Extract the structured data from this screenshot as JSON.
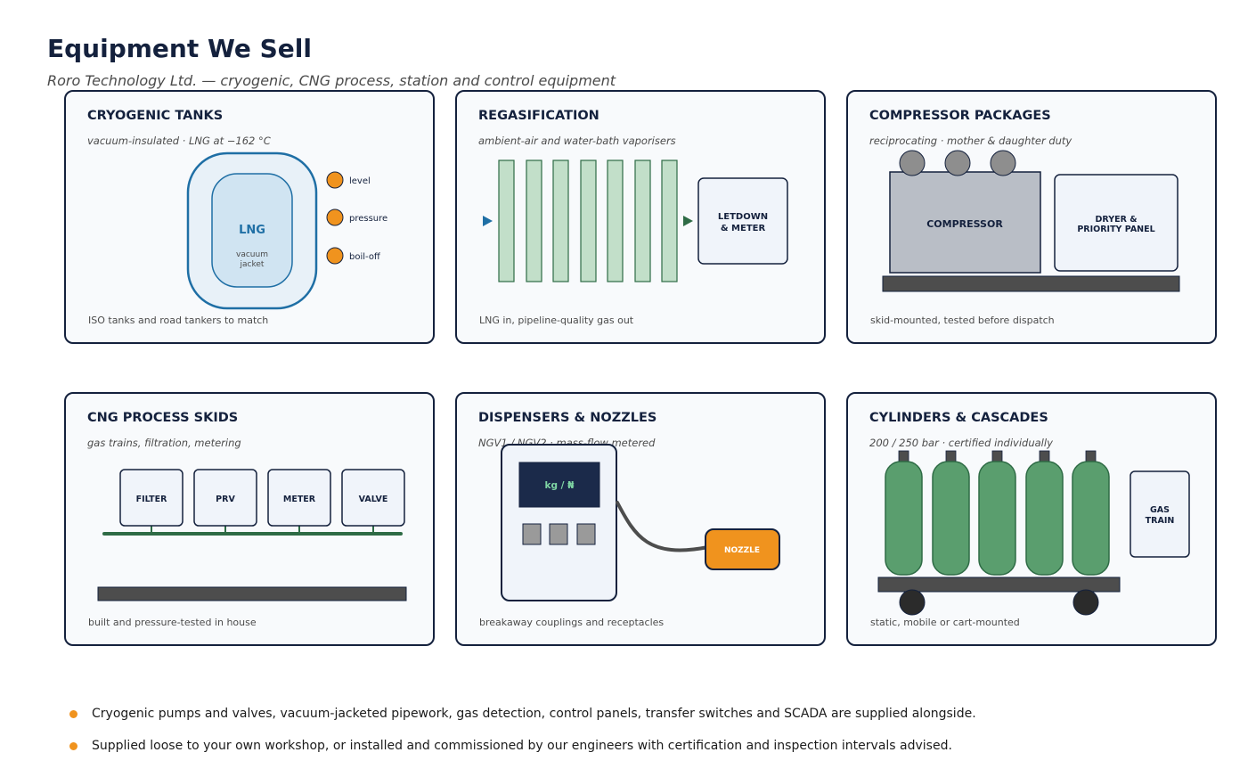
{
  "header": {
    "title": "Equipment We Sell",
    "subtitle": "Roro Technology Ltd. — cryogenic, CNG process, station and control equipment"
  },
  "colors": {
    "navy": "#14213d",
    "accent_orange": "#f0931e",
    "lng_blue": "#1f6fa5",
    "process_green": "#2e6b45",
    "cylinder_green": "#5a9e6e",
    "steel_grey": "#4d4d4d"
  },
  "cards": [
    {
      "title": "CRYOGENIC TANKS",
      "subtitle": "vacuum-insulated · LNG at −162 °C",
      "footer": "ISO tanks and road tankers to match",
      "tank_label": "LNG",
      "jacket_label_1": "vacuum",
      "jacket_label_2": "jacket",
      "indicators": [
        "level",
        "pressure",
        "boil-off"
      ]
    },
    {
      "title": "REGASIFICATION",
      "subtitle": "ambient-air and water-bath vaporisers",
      "footer": "LNG in, pipeline-quality gas out",
      "box_line1": "LETDOWN",
      "box_line2": "& METER"
    },
    {
      "title": "COMPRESSOR PACKAGES",
      "subtitle": "reciprocating · mother & daughter duty",
      "footer": "skid-mounted, tested before dispatch",
      "compressor_label": "COMPRESSOR",
      "panel_line1": "DRYER &",
      "panel_line2": "PRIORITY PANEL"
    },
    {
      "title": "CNG PROCESS SKIDS",
      "subtitle": "gas trains, filtration, metering",
      "footer": "built and pressure-tested in house",
      "modules": [
        "FILTER",
        "PRV",
        "METER",
        "VALVE"
      ]
    },
    {
      "title": "DISPENSERS & NOZZLES",
      "subtitle": "NGV1 / NGV2 · mass-flow metered",
      "footer": "breakaway couplings and receptacles",
      "display_text": "kg / ₦",
      "nozzle_label": "NOZZLE"
    },
    {
      "title": "CYLINDERS & CASCADES",
      "subtitle": "200 / 250 bar · certified individually",
      "footer": "static, mobile or cart-mounted",
      "train_line1": "GAS",
      "train_line2": "TRAIN"
    }
  ],
  "bullets": [
    "Cryogenic pumps and valves, vacuum-jacketed pipework, gas detection, control panels, transfer switches and SCADA are supplied alongside.",
    "Supplied loose to your own workshop, or installed and commissioned by our engineers with certification and inspection intervals advised."
  ]
}
